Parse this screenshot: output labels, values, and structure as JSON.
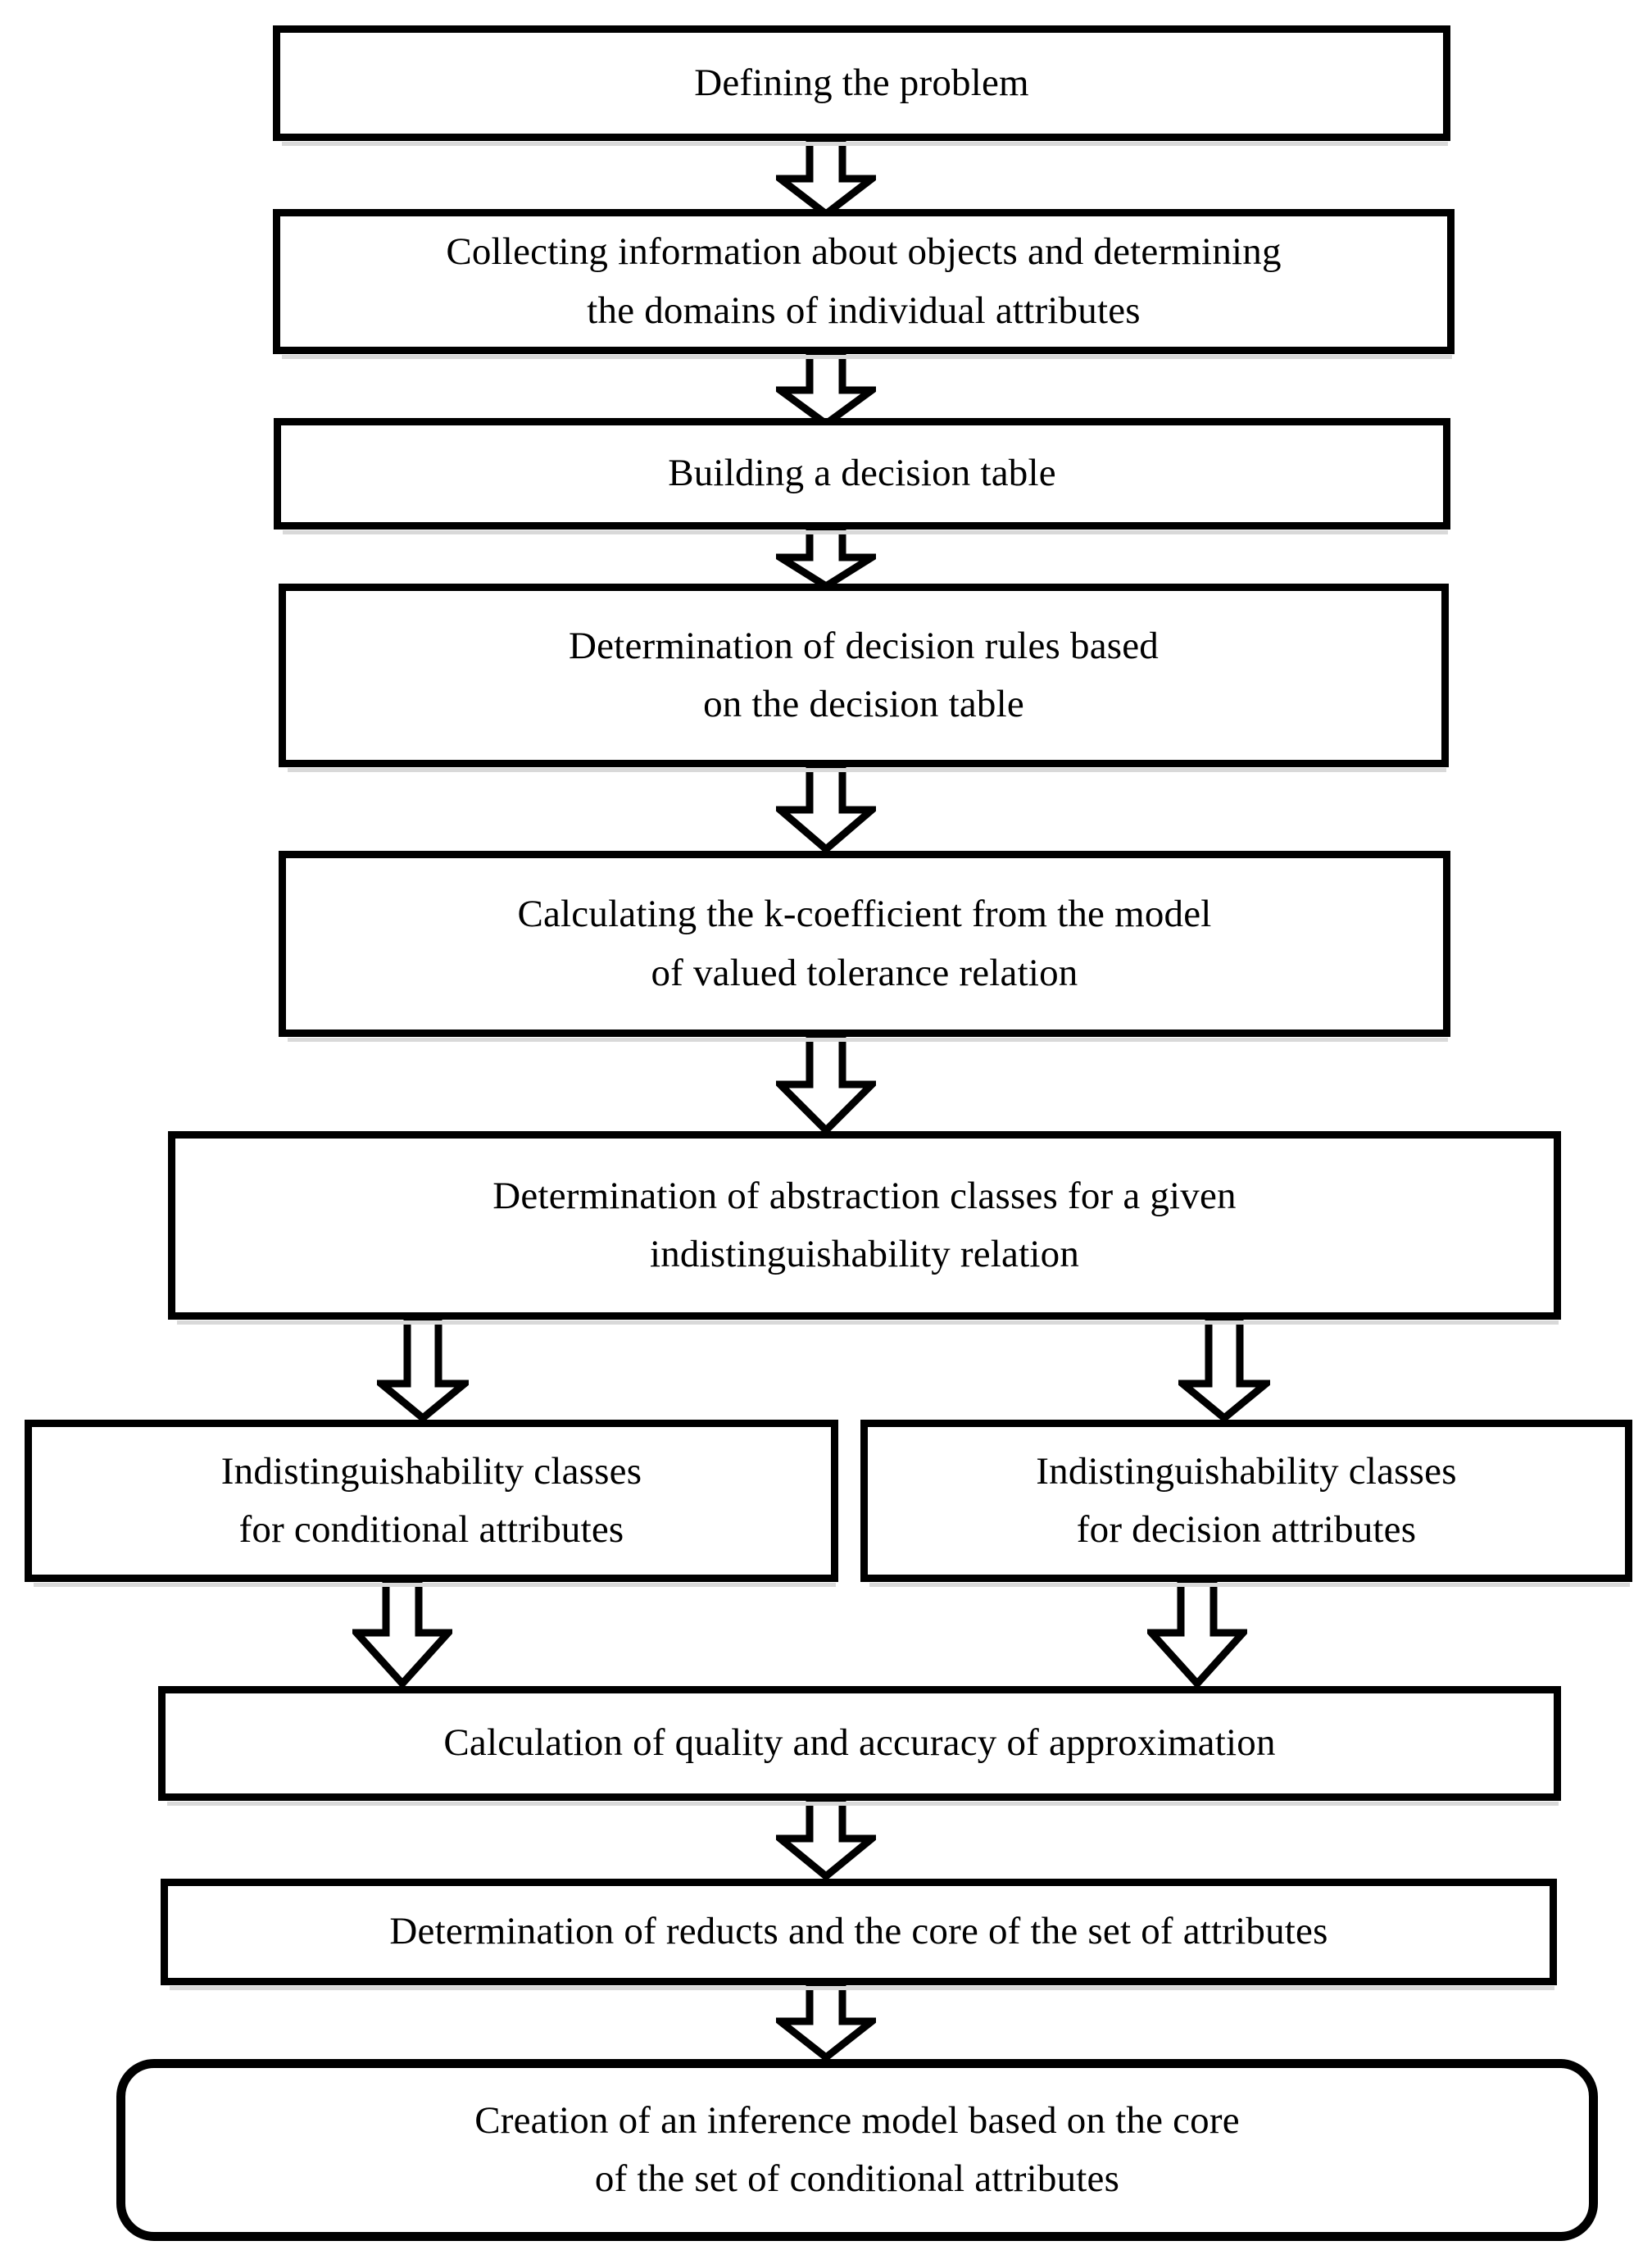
{
  "diagram": {
    "title": "Rough set analysis procedure flowchart",
    "colors": {
      "stroke": "#000000",
      "fill": "#ffffff",
      "shadow": "#d9d9d9"
    },
    "nodes": [
      {
        "id": "defining-the-problem",
        "shape": "rectangle",
        "lines": [
          "Defining the problem"
        ]
      },
      {
        "id": "collecting-information",
        "shape": "rectangle",
        "lines": [
          "Collecting information about objects and determining",
          "the domains of individual attributes"
        ]
      },
      {
        "id": "building-decision-table",
        "shape": "rectangle",
        "lines": [
          "Building a decision table"
        ]
      },
      {
        "id": "determination-of-decision-rules",
        "shape": "rectangle",
        "lines": [
          "Determination of decision rules based",
          "on the decision table"
        ]
      },
      {
        "id": "calculating-k-coefficient",
        "shape": "rectangle",
        "lines": [
          "Calculating the k-coefficient from the model",
          "of valued tolerance relation"
        ]
      },
      {
        "id": "determination-of-abstraction-classes",
        "shape": "rectangle",
        "lines": [
          "Determination of abstraction classes for a given",
          "indistinguishability relation"
        ]
      },
      {
        "id": "indistinguishability-conditional",
        "shape": "rectangle",
        "lines": [
          "Indistinguishability classes",
          "for conditional attributes"
        ]
      },
      {
        "id": "indistinguishability-decision",
        "shape": "rectangle",
        "lines": [
          "Indistinguishability classes",
          "for decision attributes"
        ]
      },
      {
        "id": "calculation-of-quality-accuracy",
        "shape": "rectangle",
        "lines": [
          "Calculation of quality and accuracy of approximation"
        ]
      },
      {
        "id": "determination-of-reducts-core",
        "shape": "rectangle",
        "lines": [
          "Determination of reducts and the core of the set of attributes"
        ]
      },
      {
        "id": "creation-of-inference-model",
        "shape": "rounded-rectangle",
        "lines": [
          "Creation of an inference model based on the core",
          "of the set of conditional attributes"
        ]
      }
    ],
    "connectors": [
      {
        "id": "arrow-1",
        "from": "defining-the-problem",
        "to": "collecting-information",
        "glyph": "block-arrow-down"
      },
      {
        "id": "arrow-2",
        "from": "collecting-information",
        "to": "building-decision-table",
        "glyph": "block-arrow-down"
      },
      {
        "id": "arrow-3",
        "from": "building-decision-table",
        "to": "determination-of-decision-rules",
        "glyph": "block-arrow-down"
      },
      {
        "id": "arrow-4",
        "from": "determination-of-decision-rules",
        "to": "calculating-k-coefficient",
        "glyph": "block-arrow-down"
      },
      {
        "id": "arrow-5",
        "from": "calculating-k-coefficient",
        "to": "determination-of-abstraction-classes",
        "glyph": "block-arrow-down"
      },
      {
        "id": "arrow-6",
        "from": "determination-of-abstraction-classes",
        "to": "indistinguishability-conditional",
        "glyph": "block-arrow-down"
      },
      {
        "id": "arrow-7",
        "from": "determination-of-abstraction-classes",
        "to": "indistinguishability-decision",
        "glyph": "block-arrow-down"
      },
      {
        "id": "arrow-8",
        "from": "indistinguishability-conditional",
        "to": "calculation-of-quality-accuracy",
        "glyph": "block-arrow-down"
      },
      {
        "id": "arrow-9",
        "from": "indistinguishability-decision",
        "to": "calculation-of-quality-accuracy",
        "glyph": "block-arrow-down"
      },
      {
        "id": "arrow-10",
        "from": "calculation-of-quality-accuracy",
        "to": "determination-of-reducts-core",
        "glyph": "block-arrow-down"
      },
      {
        "id": "arrow-11",
        "from": "determination-of-reducts-core",
        "to": "creation-of-inference-model",
        "glyph": "block-arrow-down"
      }
    ]
  }
}
